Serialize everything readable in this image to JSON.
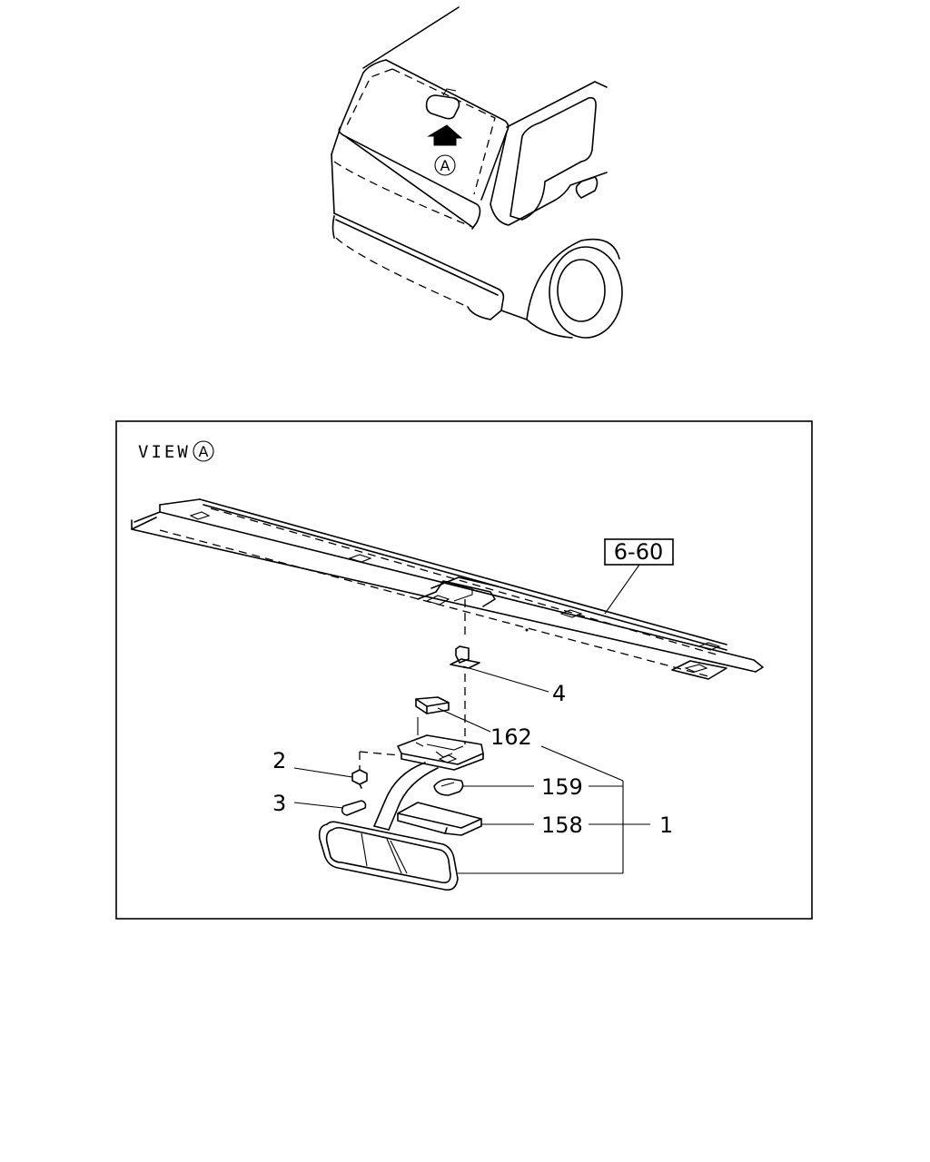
{
  "view_label": {
    "prefix": "VIEW",
    "ref": "A"
  },
  "overview_ref": "A",
  "ref_box": "6-60",
  "callouts": {
    "c1": "1",
    "c2": "2",
    "c3": "3",
    "c4": "4",
    "c158": "158",
    "c159": "159",
    "c162": "162"
  }
}
